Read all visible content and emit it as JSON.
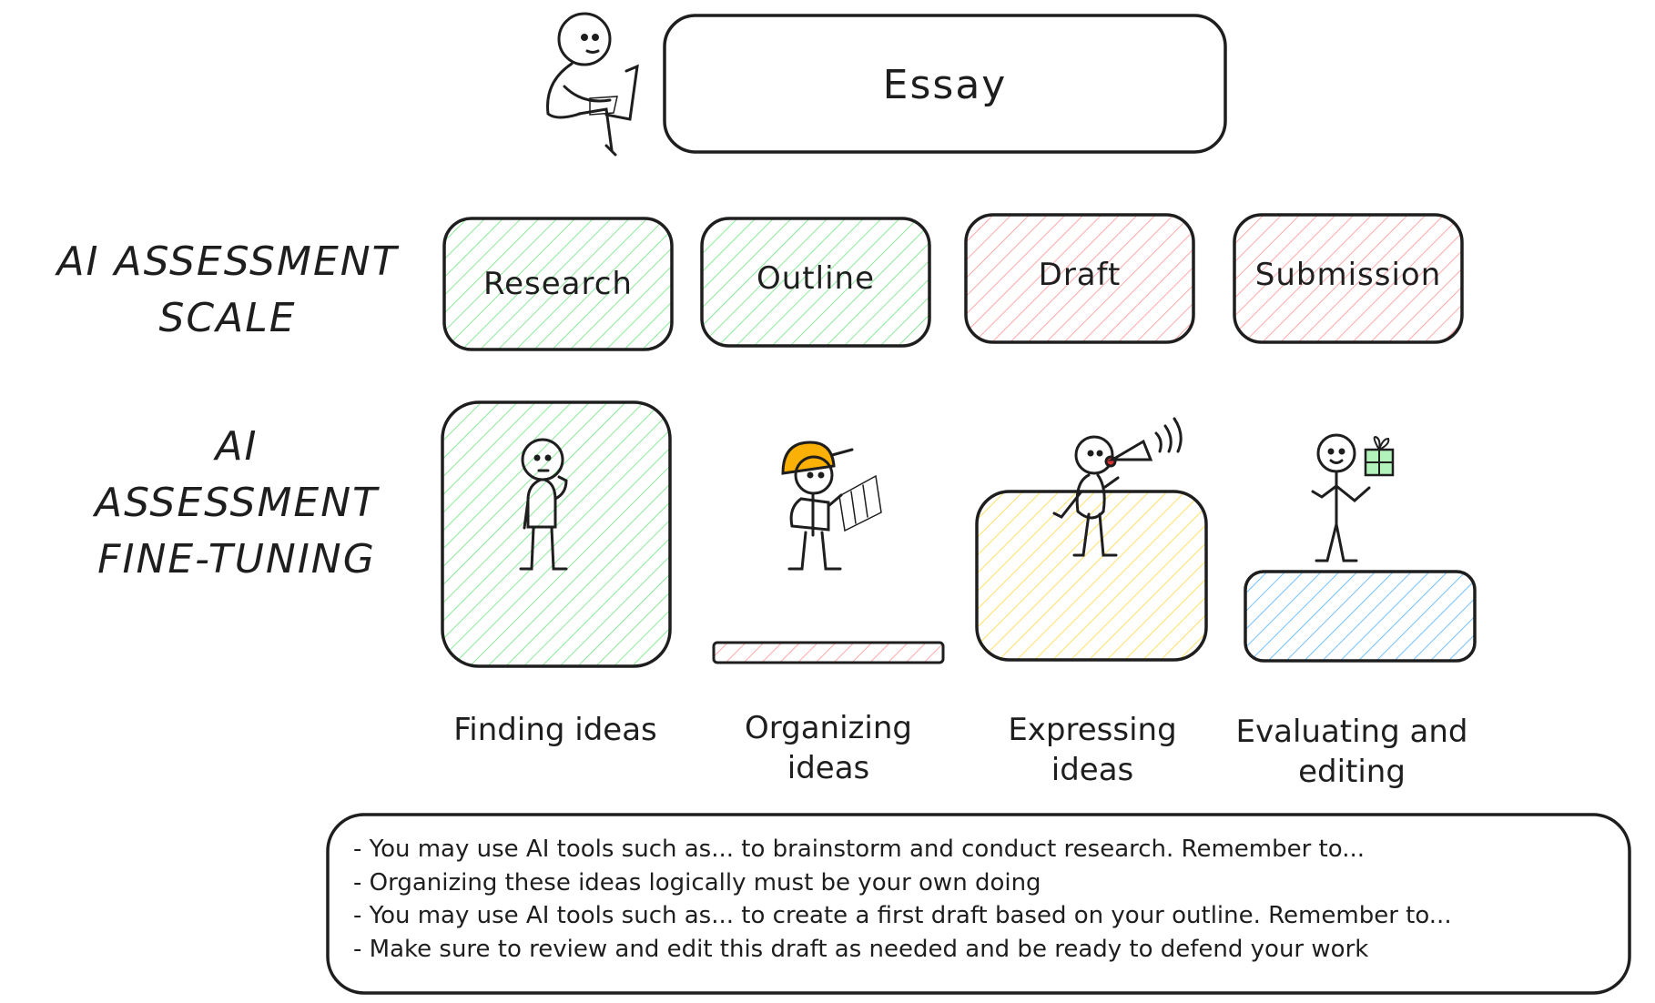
{
  "title": "Essay",
  "scale_heading": "AI ASSESSMENT SCALE",
  "finetune_heading": "AI ASSESSMENT FINE-TUNING",
  "scale_boxes": [
    {
      "label": "Research",
      "status_color": "#b2f2bb"
    },
    {
      "label": "Outline",
      "status_color": "#b2f2bb"
    },
    {
      "label": "Draft",
      "status_color": "#ffc9c9"
    },
    {
      "label": "Submission",
      "status_color": "#ffc9c9"
    }
  ],
  "stages": [
    {
      "label_line1": "Finding ideas",
      "label_line2": "",
      "fill_color": "#b2f2bb",
      "icon": "thinking-person-icon"
    },
    {
      "label_line1": "Organizing",
      "label_line2": "ideas",
      "fill_color": "#ffc9c9",
      "icon": "builder-person-icon"
    },
    {
      "label_line1": "Expressing",
      "label_line2": "ideas",
      "fill_color": "#ffec99",
      "icon": "megaphone-person-icon"
    },
    {
      "label_line1": "Evaluating and",
      "label_line2": "editing",
      "fill_color": "#a5d8ff",
      "icon": "gift-person-icon"
    }
  ],
  "notes": [
    "- You may use AI tools such as... to brainstorm and conduct research. Remember to...",
    "- Organizing these ideas logically must be your own doing",
    "- You may use AI tools such as... to create a first draft based on your outline. Remember to...",
    "- Make sure to review and edit this draft as needed and be ready to defend your work"
  ],
  "stroke_color": "#1e1e1e"
}
